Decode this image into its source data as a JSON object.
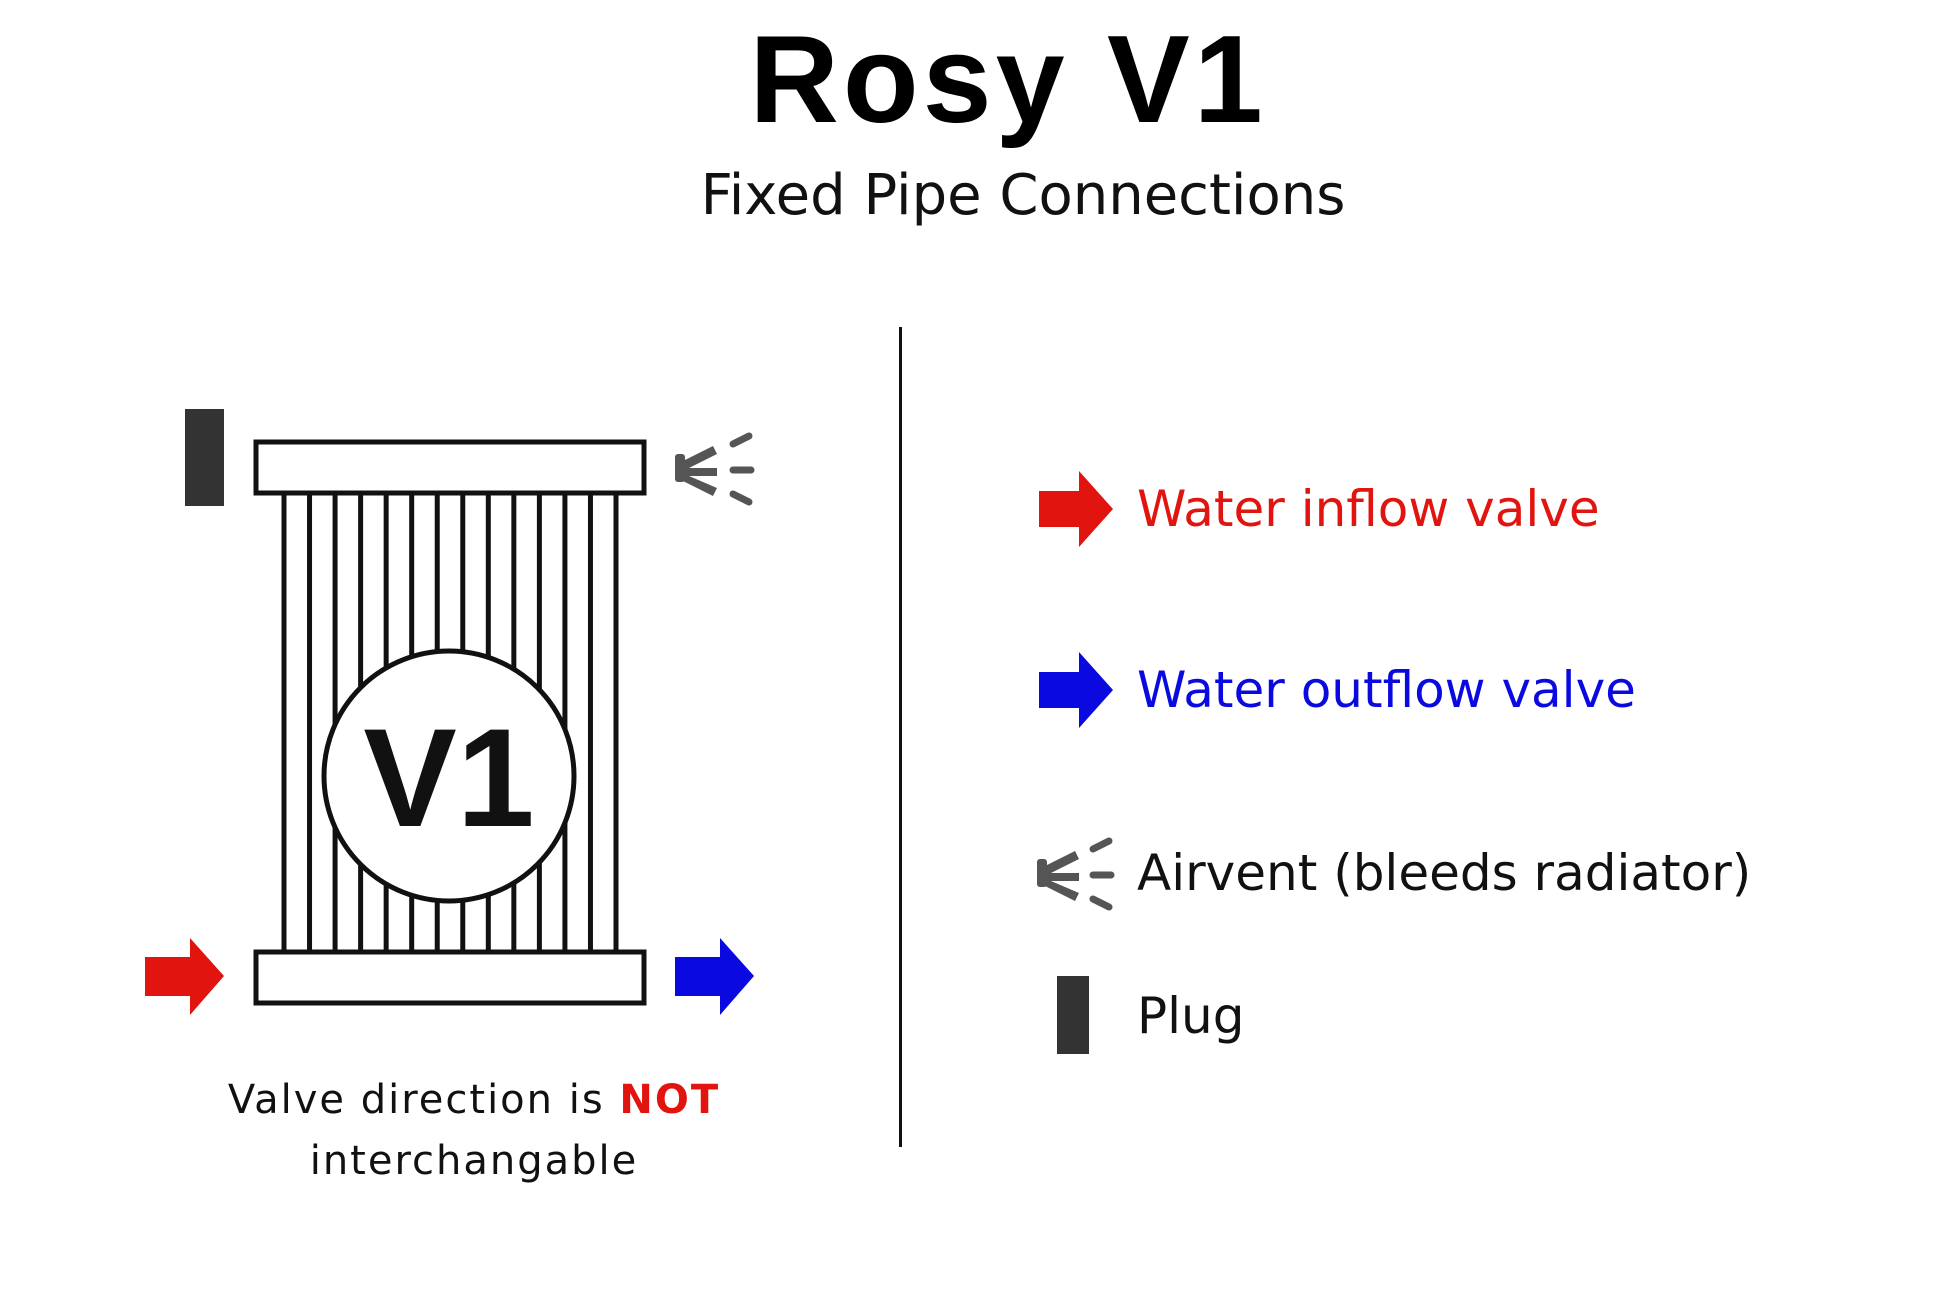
{
  "title": "Rosy V1",
  "subtitle": "Fixed Pipe Connections",
  "diagram": {
    "radiator_label": "V1",
    "column_count": 14,
    "caption_line1_prefix": "Valve direction is ",
    "caption_line1_emphasis": "NOT",
    "caption_line2": "interchangable"
  },
  "legend": [
    {
      "icon": "red-arrow-icon",
      "label": "Water inflow valve",
      "color": "#e2140f"
    },
    {
      "icon": "blue-arrow-icon",
      "label": "Water outflow valve",
      "color": "#0a0ae0"
    },
    {
      "icon": "airvent-icon",
      "label": "Airvent (bleeds radiator)",
      "color": "#111111"
    },
    {
      "icon": "plug-icon",
      "label": "Plug",
      "color": "#111111"
    }
  ],
  "colors": {
    "inflow": "#e2140f",
    "outflow": "#0a0ae0",
    "airvent": "#555555",
    "plug": "#333333",
    "emphasis": "#e2140f"
  }
}
